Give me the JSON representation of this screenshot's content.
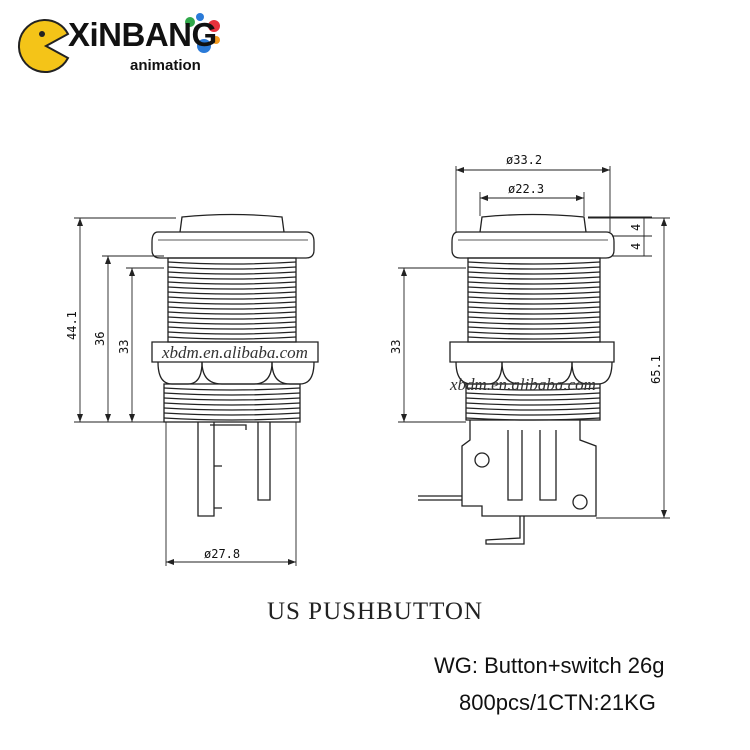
{
  "logo": {
    "brand": "XiNBANG",
    "subtitle": "animation",
    "colors": {
      "yellow": "#f4c418",
      "red": "#e8323c",
      "blue": "#2a7ad8",
      "green": "#30a84a",
      "orange": "#f39a1e"
    }
  },
  "drawing": {
    "watermark": "xbdm.en.alibaba.com",
    "dimensions": {
      "overall_height": "44.1",
      "thread_height_36": "36",
      "thread_height_33_left": "33",
      "base_diameter": "ø27.8",
      "cap_diameter": "ø33.2",
      "plunger_diameter": "ø22.3",
      "cap_thickness_top": "4",
      "cap_thickness_bottom": "4",
      "thread_height_33_right": "33",
      "total_height": "65.1"
    }
  },
  "title": "US PUSHBUTTON",
  "specs": {
    "line1": "WG: Button+switch 26g",
    "line2": "800pcs/1CTN:21KG"
  }
}
